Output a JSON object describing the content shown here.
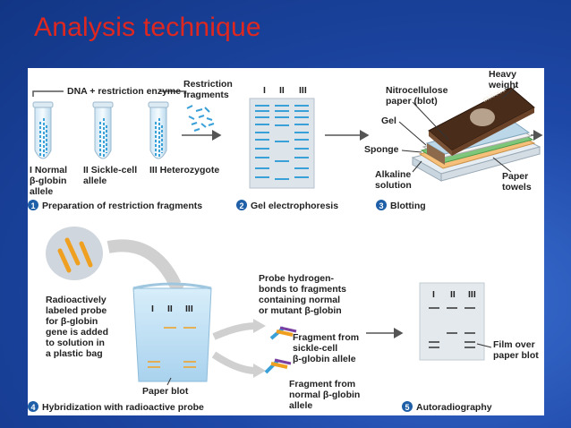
{
  "slide": {
    "title": "Analysis technique"
  },
  "step1": {
    "header": "DNA + restriction enzyme",
    "restriction_label": [
      "Restriction",
      "fragments"
    ],
    "tubes": [
      {
        "lines": [
          "I Normal",
          "β-globin",
          "allele"
        ]
      },
      {
        "lines": [
          "II Sickle-cell",
          "allele"
        ]
      },
      {
        "lines": [
          "III Heterozygote"
        ]
      }
    ],
    "caption": "Preparation of restriction fragments",
    "number": "1"
  },
  "step2": {
    "lanes": [
      "I",
      "II",
      "III"
    ],
    "caption": "Gel electrophoresis",
    "number": "2"
  },
  "step3": {
    "heavy_weight": [
      "Heavy",
      "weight"
    ],
    "nitro": [
      "Nitrocellulose",
      "paper (blot)"
    ],
    "gel": "Gel",
    "sponge": "Sponge",
    "alkaline": [
      "Alkaline",
      "solution"
    ],
    "paper_towels": [
      "Paper",
      "towels"
    ],
    "book_title": "BIOLOGY",
    "caption": "Blotting",
    "number": "3"
  },
  "step4": {
    "probe_text": [
      "Radioactively",
      "labeled probe",
      "for β-globin",
      "gene is added",
      "to solution in",
      "a plastic bag"
    ],
    "lanes": [
      "I",
      "II",
      "III"
    ],
    "paper_blot": "Paper blot",
    "probe_bonds": [
      "Probe hydrogen-",
      "bonds to fragments",
      "containing normal",
      "or mutant β-globin"
    ],
    "sickle_frag": [
      "Fragment from",
      "sickle-cell",
      "β-globin allele"
    ],
    "normal_frag": [
      "Fragment from",
      "normal β-globin",
      "allele"
    ],
    "caption": "Hybridization with radioactive probe",
    "number": "4"
  },
  "step5": {
    "lanes": [
      "I",
      "II",
      "III"
    ],
    "film_label": [
      "Film over",
      "paper blot"
    ],
    "caption": "Autoradiography",
    "number": "5"
  },
  "colors": {
    "step_badge": "#1e5fa8",
    "tube_dna": "#3aa0d8",
    "probe_orange": "#f0a020",
    "blot_bag": "#bfe0f5"
  }
}
